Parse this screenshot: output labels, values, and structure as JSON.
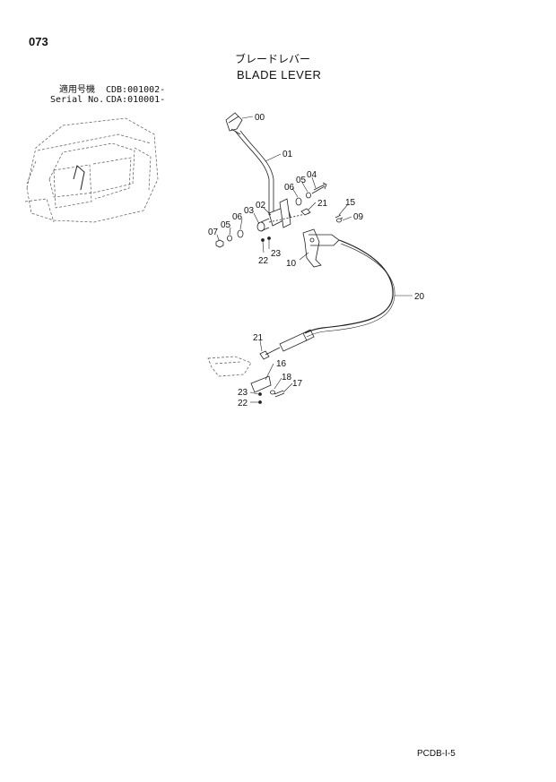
{
  "page_number": "073",
  "title_jp": "ブレードレバー",
  "title_en": "BLADE LEVER",
  "applicability": {
    "jp_label": "適用号機",
    "jp_value": "CDB:001002-",
    "en_label": "Serial No.",
    "en_value": "CDA:010001-"
  },
  "footer_code": "PCDB-I-5",
  "callouts": {
    "c00": "00",
    "c01": "01",
    "c02": "02",
    "c03": "03",
    "c04": "04",
    "c05a": "05",
    "c05b": "05",
    "c06a": "06",
    "c06b": "06",
    "c07": "07",
    "c09": "09",
    "c10": "10",
    "c15": "15",
    "c16": "16",
    "c17": "17",
    "c18": "18",
    "c20": "20",
    "c21a": "21",
    "c21b": "21",
    "c22a": "22",
    "c22b": "22",
    "c23a": "23",
    "c23b": "23"
  }
}
